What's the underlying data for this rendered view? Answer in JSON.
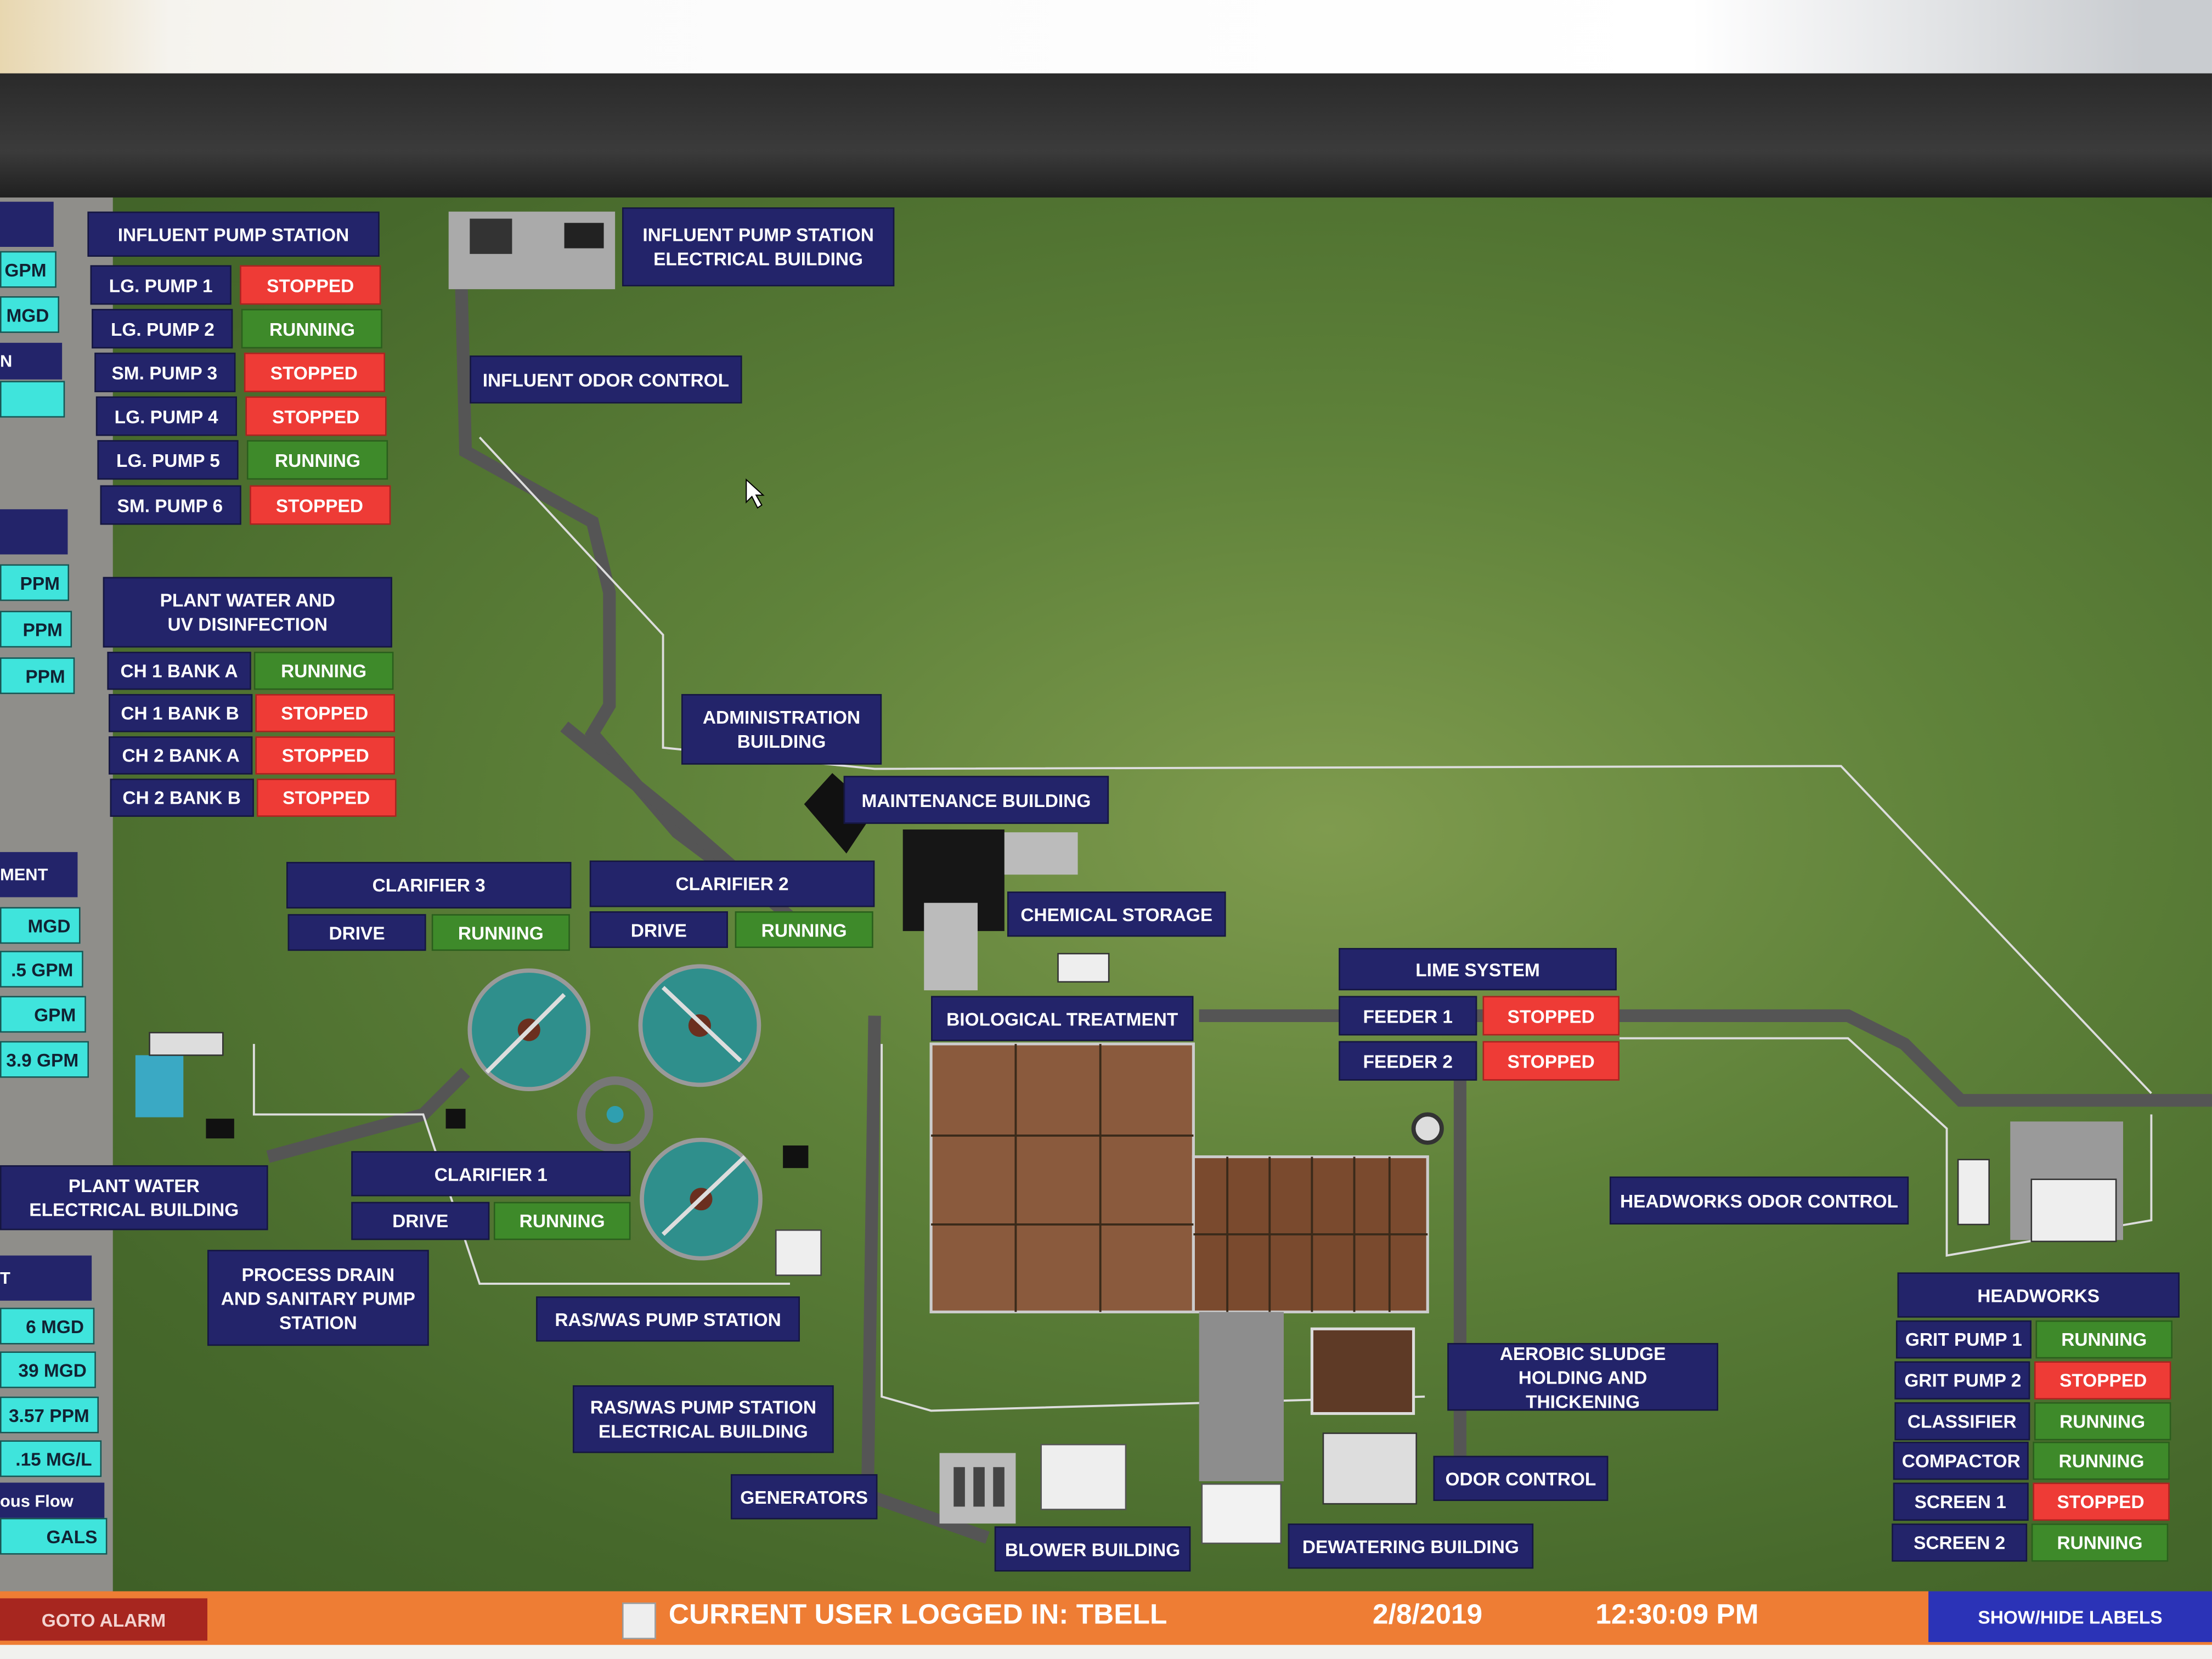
{
  "sidebar": {
    "items": [
      {
        "type": "header",
        "text": ""
      },
      {
        "type": "value",
        "text": "GPM"
      },
      {
        "type": "value",
        "text": "MGD"
      },
      {
        "type": "header",
        "text": "N"
      },
      {
        "type": "value",
        "text": ""
      },
      {
        "type": "header",
        "text": ""
      },
      {
        "type": "value",
        "text": "PPM"
      },
      {
        "type": "value",
        "text": "PPM"
      },
      {
        "type": "value",
        "text": "PPM"
      },
      {
        "type": "header",
        "text": "MENT"
      },
      {
        "type": "value",
        "text": "MGD"
      },
      {
        "type": "value",
        "text": ".5  GPM"
      },
      {
        "type": "value",
        "text": "GPM"
      },
      {
        "type": "value",
        "text": "3.9  GPM"
      },
      {
        "type": "header",
        "text": "T"
      },
      {
        "type": "value",
        "text": "6    MGD"
      },
      {
        "type": "value",
        "text": "39   MGD"
      },
      {
        "type": "value",
        "text": "3.57  PPM"
      },
      {
        "type": "value",
        "text": ".15  MG/L"
      },
      {
        "type": "header",
        "text": "ous Flow"
      },
      {
        "type": "value",
        "text": "GALS"
      }
    ]
  },
  "influent_pump_station": {
    "title": "INFLUENT PUMP STATION",
    "rows": [
      {
        "label": "LG. PUMP 1",
        "status": "STOPPED"
      },
      {
        "label": "LG. PUMP 2",
        "status": "RUNNING"
      },
      {
        "label": "SM. PUMP 3",
        "status": "STOPPED"
      },
      {
        "label": "LG. PUMP 4",
        "status": "STOPPED"
      },
      {
        "label": "LG. PUMP 5",
        "status": "RUNNING"
      },
      {
        "label": "SM. PUMP 6",
        "status": "STOPPED"
      }
    ]
  },
  "uv": {
    "title": "PLANT WATER AND UV DISINFECTION",
    "rows": [
      {
        "label": "CH 1 BANK A",
        "status": "RUNNING"
      },
      {
        "label": "CH 1 BANK B",
        "status": "STOPPED"
      },
      {
        "label": "CH 2 BANK A",
        "status": "STOPPED"
      },
      {
        "label": "CH 2 BANK B",
        "status": "STOPPED"
      }
    ]
  },
  "clarifiers": [
    {
      "title": "CLARIFIER 3",
      "drive": "DRIVE",
      "status": "RUNNING"
    },
    {
      "title": "CLARIFIER 2",
      "drive": "DRIVE",
      "status": "RUNNING"
    },
    {
      "title": "CLARIFIER 1",
      "drive": "DRIVE",
      "status": "RUNNING"
    }
  ],
  "lime": {
    "title": "LIME SYSTEM",
    "rows": [
      {
        "label": "FEEDER 1",
        "status": "STOPPED"
      },
      {
        "label": "FEEDER 2",
        "status": "STOPPED"
      }
    ]
  },
  "headworks": {
    "title": "HEADWORKS",
    "rows": [
      {
        "label": "GRIT PUMP 1",
        "status": "RUNNING"
      },
      {
        "label": "GRIT PUMP 2",
        "status": "STOPPED"
      },
      {
        "label": "CLASSIFIER",
        "status": "RUNNING"
      },
      {
        "label": "COMPACTOR",
        "status": "RUNNING"
      },
      {
        "label": "SCREEN 1",
        "status": "STOPPED"
      },
      {
        "label": "SCREEN 2",
        "status": "RUNNING"
      }
    ]
  },
  "buildings": {
    "influent_electrical": "INFLUENT PUMP STATION ELECTRICAL BUILDING",
    "influent_odor": "INFLUENT ODOR CONTROL",
    "administration": "ADMINISTRATION BUILDING",
    "maintenance": "MAINTENANCE BUILDING",
    "chemical_storage": "CHEMICAL STORAGE",
    "biological": "BIOLOGICAL TREATMENT",
    "plant_water_electrical": "PLANT WATER ELECTRICAL BUILDING",
    "process_drain": "PROCESS DRAIN AND SANITARY PUMP STATION",
    "ras_was": "RAS/WAS PUMP STATION",
    "ras_was_electrical": "RAS/WAS PUMP STATION ELECTRICAL BUILDING",
    "generators": "GENERATORS",
    "blower": "BLOWER BUILDING",
    "dewatering": "DEWATERING BUILDING",
    "odor_control": "ODOR CONTROL",
    "aerobic": "AEROBIC SLUDGE HOLDING AND THICKENING",
    "headworks_odor": "HEADWORKS ODOR CONTROL"
  },
  "footer": {
    "goto_alarm": "GOTO ALARM",
    "user": "CURRENT USER LOGGED IN: TBELL",
    "date": "2/8/2019",
    "time": "12:30:09 PM",
    "show_hide": "SHOW/HIDE LABELS"
  },
  "colors": {
    "running": "#3e8a2a",
    "stopped": "#ee3b36",
    "label": "#23246a",
    "value": "#3fe4dc",
    "footer": "#ee7d34"
  }
}
